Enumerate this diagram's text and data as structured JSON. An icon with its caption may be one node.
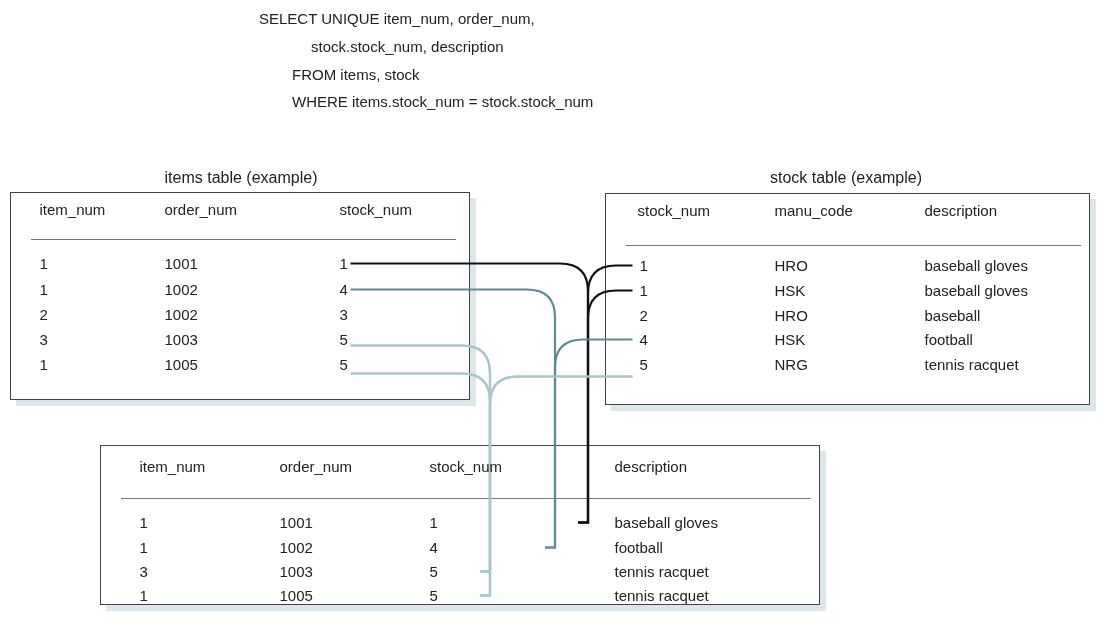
{
  "diagram": {
    "nodes": [
      {
        "text": [
          "items table (example)",
          "item_num",
          "order_num",
          "stock_num"
        ]
      },
      {
        "text": [
          "1",
          "1001",
          "1"
        ],
        "in": 0
      },
      {
        "text": [
          "1",
          "1002",
          "4"
        ],
        "in": 0
      },
      {
        "text": [
          "2",
          "1002",
          "3"
        ],
        "in": 0
      },
      {
        "text": [
          "3",
          "1003",
          "5"
        ],
        "in": 0
      },
      {
        "text": [
          "1",
          "1005",
          "5"
        ],
        "in": 0
      },
      {
        "text": [
          "stock table (example)",
          "stock_num",
          "manu_code",
          "description"
        ]
      },
      {
        "text": [
          "1",
          "HRO",
          "baseball gloves"
        ],
        "in": 6
      },
      {
        "text": [
          "1",
          "HSK",
          "baseball gloves"
        ],
        "in": 6
      },
      {
        "text": [
          "2",
          "HRO",
          "baseball"
        ],
        "in": 6
      },
      {
        "text": [
          "4",
          "HSK",
          "football"
        ],
        "in": 6
      },
      {
        "text": [
          "5",
          "NRG",
          "tennis racquet"
        ],
        "in": 6
      },
      {
        "text": [
          "item_num",
          "order_num",
          "stock_num",
          "description"
        ]
      },
      {
        "text": [
          "1",
          "1001",
          "1",
          "baseball gloves"
        ],
        "in": 12
      },
      {
        "text": [
          "1",
          "1002",
          "4",
          "football"
        ],
        "in": 12
      },
      {
        "text": [
          "3",
          "1003",
          "5",
          "tennis racquet"
        ],
        "in": 12
      },
      {
        "text": [
          "1",
          "1005",
          "5",
          "tennis racquet"
        ],
        "in": 12
      }
    ],
    "edges": [
      {
        "from": 1,
        "to": 13,
        "arrow": "none",
        "color": "#111111"
      },
      {
        "from": 7,
        "to": 13,
        "arrow": "none",
        "color": "#111111"
      },
      {
        "from": 8,
        "to": 13,
        "arrow": "none",
        "color": "#111111"
      },
      {
        "from": 2,
        "to": 14,
        "arrow": "none",
        "color": "#5f8a92"
      },
      {
        "from": 10,
        "to": 14,
        "arrow": "none",
        "color": "#5f8a92"
      },
      {
        "from": 4,
        "to": 15,
        "arrow": "none"
      },
      {
        "from": 4,
        "to": 16,
        "arrow": "none"
      },
      {
        "from": 5,
        "to": 15,
        "arrow": "none"
      },
      {
        "from": 5,
        "to": 16,
        "arrow": "none"
      },
      {
        "from": 11,
        "to": 15,
        "arrow": "none"
      },
      {
        "from": 11,
        "to": 16,
        "arrow": "none"
      }
    ],
    "labels": [
      "SELECT UNIQUE item_num, order_num,",
      "stock.stock_num, description",
      "FROM items, stock",
      "WHERE items.stock_num = stock.stock_num"
    ]
  }
}
